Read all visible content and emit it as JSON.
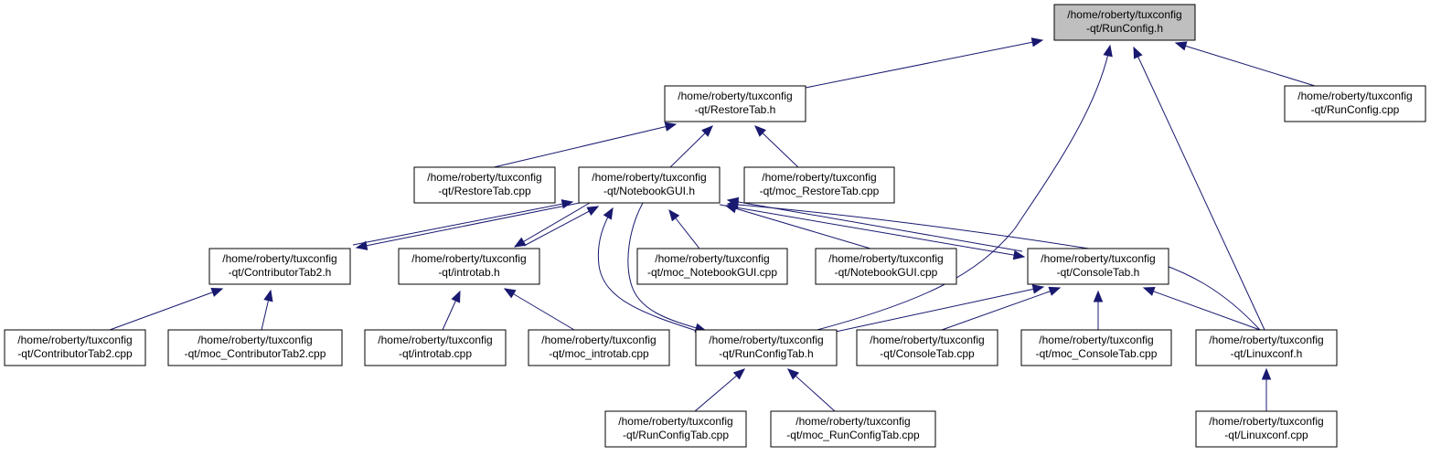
{
  "graph": {
    "edge_color": "#191970",
    "root_fill": "#bfbfbf",
    "nodes": [
      {
        "id": "runconfig_h",
        "line1": "/home/roberty/tuxconfig",
        "line2": "-qt/RunConfig.h",
        "root": true
      },
      {
        "id": "restoretab_h",
        "line1": "/home/roberty/tuxconfig",
        "line2": "-qt/RestoreTab.h"
      },
      {
        "id": "runconfig_cpp",
        "line1": "/home/roberty/tuxconfig",
        "line2": "-qt/RunConfig.cpp"
      },
      {
        "id": "restoretab_cpp",
        "line1": "/home/roberty/tuxconfig",
        "line2": "-qt/RestoreTab.cpp"
      },
      {
        "id": "notebookgui_h",
        "line1": "/home/roberty/tuxconfig",
        "line2": "-qt/NotebookGUI.h"
      },
      {
        "id": "moc_restoretab_cpp",
        "line1": "/home/roberty/tuxconfig",
        "line2": "-qt/moc_RestoreTab.cpp"
      },
      {
        "id": "contributortab2_h",
        "line1": "/home/roberty/tuxconfig",
        "line2": "-qt/ContributorTab2.h"
      },
      {
        "id": "introtab_h",
        "line1": "/home/roberty/tuxconfig",
        "line2": "-qt/introtab.h"
      },
      {
        "id": "moc_notebookgui_cpp",
        "line1": "/home/roberty/tuxconfig",
        "line2": "-qt/moc_NotebookGUI.cpp"
      },
      {
        "id": "notebookgui_cpp",
        "line1": "/home/roberty/tuxconfig",
        "line2": "-qt/NotebookGUI.cpp"
      },
      {
        "id": "consoletab_h",
        "line1": "/home/roberty/tuxconfig",
        "line2": "-qt/ConsoleTab.h"
      },
      {
        "id": "contributortab2_cpp",
        "line1": "/home/roberty/tuxconfig",
        "line2": "-qt/ContributorTab2.cpp"
      },
      {
        "id": "moc_contributortab2_cpp",
        "line1": "/home/roberty/tuxconfig",
        "line2": "-qt/moc_ContributorTab2.cpp"
      },
      {
        "id": "introtab_cpp",
        "line1": "/home/roberty/tuxconfig",
        "line2": "-qt/introtab.cpp"
      },
      {
        "id": "moc_introtab_cpp",
        "line1": "/home/roberty/tuxconfig",
        "line2": "-qt/moc_introtab.cpp"
      },
      {
        "id": "runconfigtab_h",
        "line1": "/home/roberty/tuxconfig",
        "line2": "-qt/RunConfigTab.h"
      },
      {
        "id": "consoletab_cpp",
        "line1": "/home/roberty/tuxconfig",
        "line2": "-qt/ConsoleTab.cpp"
      },
      {
        "id": "moc_consoletab_cpp",
        "line1": "/home/roberty/tuxconfig",
        "line2": "-qt/moc_ConsoleTab.cpp"
      },
      {
        "id": "linuxconf_h",
        "line1": "/home/roberty/tuxconfig",
        "line2": "-qt/Linuxconf.h"
      },
      {
        "id": "runconfigtab_cpp",
        "line1": "/home/roberty/tuxconfig",
        "line2": "-qt/RunConfigTab.cpp"
      },
      {
        "id": "moc_runconfigtab_cpp",
        "line1": "/home/roberty/tuxconfig",
        "line2": "-qt/moc_RunConfigTab.cpp"
      },
      {
        "id": "linuxconf_cpp",
        "line1": "/home/roberty/tuxconfig",
        "line2": "-qt/Linuxconf.cpp"
      }
    ],
    "edges": [
      {
        "from": "restoretab_h",
        "to": "runconfig_h"
      },
      {
        "from": "runconfig_cpp",
        "to": "runconfig_h"
      },
      {
        "from": "runconfigtab_h",
        "to": "runconfig_h"
      },
      {
        "from": "linuxconf_h",
        "to": "runconfig_h"
      },
      {
        "from": "restoretab_cpp",
        "to": "restoretab_h"
      },
      {
        "from": "notebookgui_h",
        "to": "restoretab_h"
      },
      {
        "from": "moc_restoretab_cpp",
        "to": "restoretab_h"
      },
      {
        "from": "contributortab2_h",
        "to": "notebookgui_h"
      },
      {
        "from": "notebookgui_h",
        "to": "contributortab2_h"
      },
      {
        "from": "introtab_h",
        "to": "notebookgui_h"
      },
      {
        "from": "notebookgui_h",
        "to": "introtab_h"
      },
      {
        "from": "runconfigtab_h",
        "to": "notebookgui_h"
      },
      {
        "from": "notebookgui_h",
        "to": "runconfigtab_h"
      },
      {
        "from": "moc_notebookgui_cpp",
        "to": "notebookgui_h"
      },
      {
        "from": "notebookgui_cpp",
        "to": "notebookgui_h"
      },
      {
        "from": "consoletab_h",
        "to": "notebookgui_h"
      },
      {
        "from": "notebookgui_h",
        "to": "consoletab_h"
      },
      {
        "from": "linuxconf_h",
        "to": "notebookgui_h"
      },
      {
        "from": "contributortab2_cpp",
        "to": "contributortab2_h"
      },
      {
        "from": "moc_contributortab2_cpp",
        "to": "contributortab2_h"
      },
      {
        "from": "introtab_cpp",
        "to": "introtab_h"
      },
      {
        "from": "moc_introtab_cpp",
        "to": "introtab_h"
      },
      {
        "from": "runconfigtab_h",
        "to": "consoletab_h"
      },
      {
        "from": "consoletab_cpp",
        "to": "consoletab_h"
      },
      {
        "from": "moc_consoletab_cpp",
        "to": "consoletab_h"
      },
      {
        "from": "linuxconf_h",
        "to": "consoletab_h"
      },
      {
        "from": "runconfigtab_cpp",
        "to": "runconfigtab_h"
      },
      {
        "from": "moc_runconfigtab_cpp",
        "to": "runconfigtab_h"
      },
      {
        "from": "linuxconf_cpp",
        "to": "linuxconf_h"
      }
    ]
  }
}
